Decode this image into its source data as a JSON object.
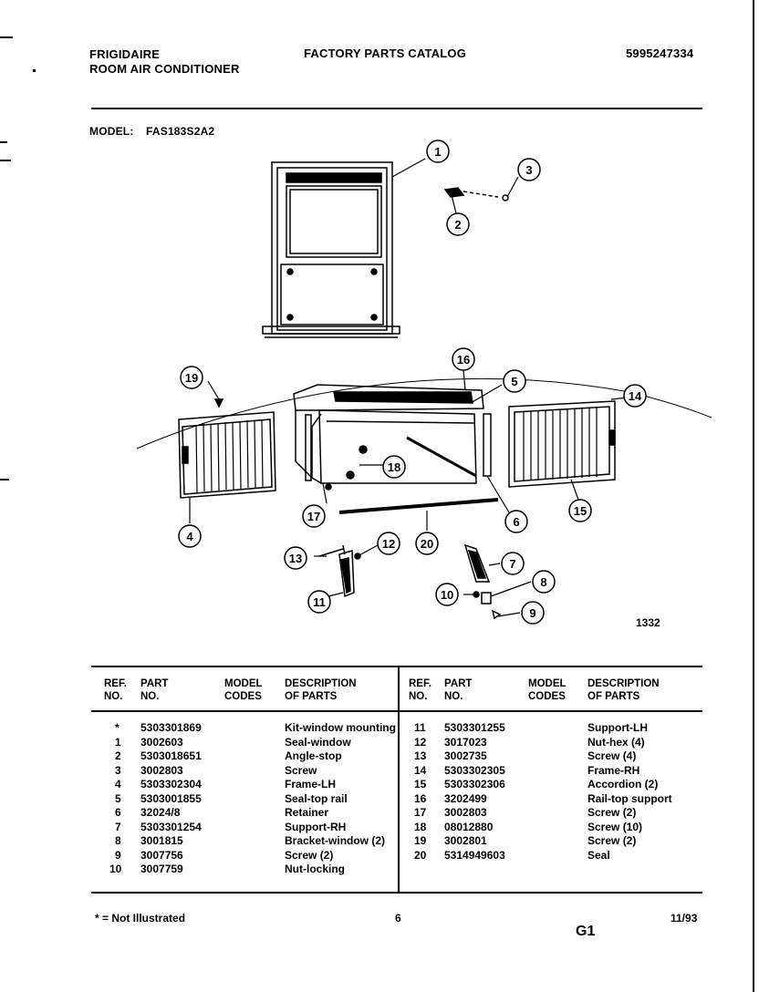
{
  "header": {
    "brand": "FRIGIDAIRE",
    "product": "ROOM AIR CONDITIONER",
    "catalog_title": "FACTORY PARTS CATALOG",
    "catalog_number": "5995247334",
    "model_label": "MODEL:",
    "model_value": "FAS183S2A2"
  },
  "diagram": {
    "drawing_number": "1332",
    "callouts": [
      "1",
      "2",
      "3",
      "4",
      "5",
      "6",
      "7",
      "8",
      "9",
      "10",
      "11",
      "12",
      "13",
      "14",
      "15",
      "16",
      "17",
      "18",
      "19",
      "20"
    ]
  },
  "table": {
    "headers": {
      "ref_no": [
        "REF.",
        "NO."
      ],
      "part_no": [
        "PART",
        "NO."
      ],
      "model_codes": [
        "MODEL",
        "CODES"
      ],
      "description": [
        "DESCRIPTION",
        "OF PARTS"
      ]
    },
    "left_rows": [
      {
        "ref": "*",
        "part": "5303301869",
        "desc": "Kit-window mounting"
      },
      {
        "ref": "1",
        "part": "3002603",
        "desc": "Seal-window"
      },
      {
        "ref": "2",
        "part": "5303018651",
        "desc": "Angle-stop"
      },
      {
        "ref": "3",
        "part": "3002803",
        "desc": "Screw"
      },
      {
        "ref": "4",
        "part": "5303302304",
        "desc": "Frame-LH"
      },
      {
        "ref": "5",
        "part": "5303001855",
        "desc": "Seal-top rail"
      },
      {
        "ref": "6",
        "part": "32024/8",
        "desc": "Retainer"
      },
      {
        "ref": "7",
        "part": "5303301254",
        "desc": "Support-RH"
      },
      {
        "ref": "8",
        "part": "3001815",
        "desc": "Bracket-window (2)"
      },
      {
        "ref": "9",
        "part": "3007756",
        "desc": "Screw (2)"
      },
      {
        "ref": "10",
        "part": "3007759",
        "desc": "Nut-locking"
      }
    ],
    "right_rows": [
      {
        "ref": "11",
        "part": "5303301255",
        "desc": "Support-LH"
      },
      {
        "ref": "12",
        "part": "3017023",
        "desc": "Nut-hex (4)"
      },
      {
        "ref": "13",
        "part": "3002735",
        "desc": "Screw (4)"
      },
      {
        "ref": "14",
        "part": "5303302305",
        "desc": "Frame-RH"
      },
      {
        "ref": "15",
        "part": "5303302306",
        "desc": "Accordion (2)"
      },
      {
        "ref": "16",
        "part": "3202499",
        "desc": "Rail-top support"
      },
      {
        "ref": "17",
        "part": "3002803",
        "desc": "Screw (2)"
      },
      {
        "ref": "18",
        "part": "08012880",
        "desc": "Screw (10)"
      },
      {
        "ref": "19",
        "part": "3002801",
        "desc": "Screw (2)"
      },
      {
        "ref": "20",
        "part": "5314949603",
        "desc": "Seal"
      }
    ]
  },
  "footer": {
    "note": "* = Not Illustrated",
    "page": "6",
    "date": "11/93",
    "section": "G1"
  }
}
